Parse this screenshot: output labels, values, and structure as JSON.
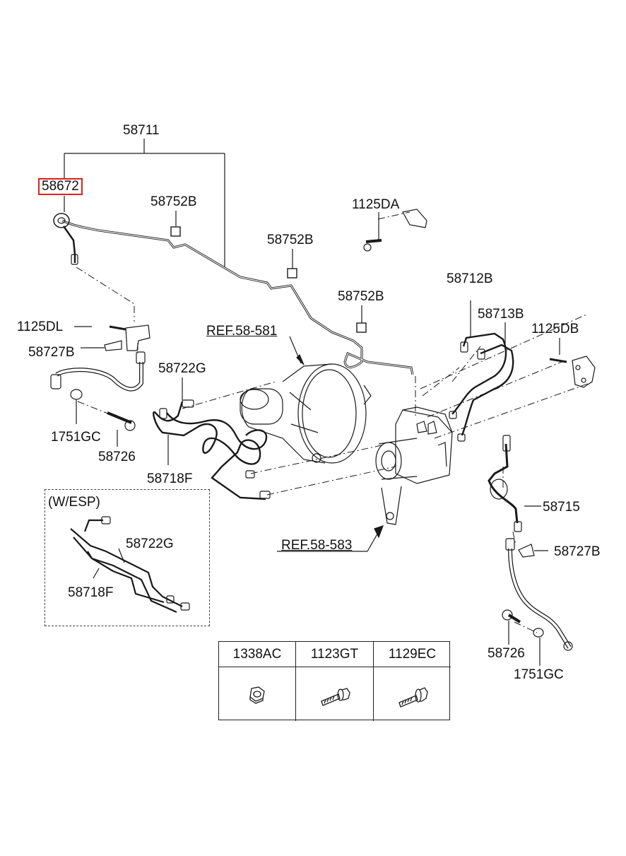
{
  "callouts": {
    "c58711": "58711",
    "c58672": "58672",
    "c58752b_1": "58752B",
    "c58752b_2": "58752B",
    "c58752b_3": "58752B",
    "c1125da": "1125DA",
    "c58712b": "58712B",
    "c58713b": "58713B",
    "c1125dl": "1125DL",
    "c1125db": "1125DB",
    "c58727b_l": "58727B",
    "c58727b_r": "58727B",
    "cref581": "REF.58-581",
    "c58722g_1": "58722G",
    "c1751gc_l": "1751GC",
    "c58726_l": "58726",
    "c58718f_1": "58718F",
    "cwesp": "(W/ESP)",
    "c58722g_2": "58722G",
    "c58718f_2": "58718F",
    "c58715": "58715",
    "cref583": "REF.58-583",
    "c58726_r": "58726",
    "c1751gc_r": "1751GC"
  },
  "highlight_color": "#e0201b",
  "parts_table": {
    "headers": [
      "1338AC",
      "1123GT",
      "1129EC"
    ],
    "icons": [
      "hex-nut-icon",
      "flange-bolt-icon",
      "flange-bolt-icon"
    ]
  }
}
